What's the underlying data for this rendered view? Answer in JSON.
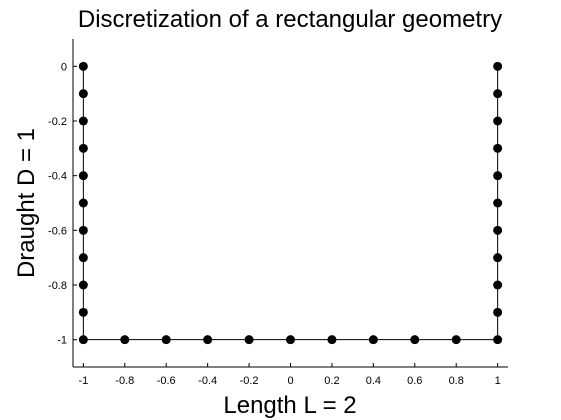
{
  "chart_data": {
    "type": "line",
    "title": "Discretization of a rectangular geometry",
    "xlabel": "Length L = 2",
    "ylabel": "Draught D = 1",
    "xlim": [
      -1.05,
      1.05
    ],
    "ylim": [
      -1.1,
      0.1
    ],
    "xticks": [
      -1,
      -0.8,
      -0.6,
      -0.4,
      -0.2,
      0,
      0.2,
      0.4,
      0.6,
      0.8,
      1
    ],
    "xtick_labels": [
      "-1",
      "-0.8",
      "-0.6",
      "-0.4",
      "-0.2",
      "0",
      "0.2",
      "0.4",
      "0.6",
      "0.8",
      "1"
    ],
    "yticks": [
      0,
      -0.2,
      -0.4,
      -0.6,
      -0.8,
      -1
    ],
    "ytick_labels": [
      "0",
      "-0.2",
      "-0.4",
      "-0.6",
      "-0.8",
      "-1"
    ],
    "grid": false,
    "box": "left-bottom axes only",
    "colors": {
      "line": "#000000",
      "marker": "#000000"
    },
    "series": [
      {
        "marker": "filled-circle",
        "x": [
          -1,
          -1,
          -1,
          -1,
          -1,
          -1,
          -1,
          -1,
          -1,
          -1,
          -1,
          -0.8,
          -0.6,
          -0.4,
          -0.2,
          0,
          0.2,
          0.4,
          0.6,
          0.8,
          1,
          1,
          1,
          1,
          1,
          1,
          1,
          1,
          1,
          1,
          1
        ],
        "y": [
          0,
          -0.1,
          -0.2,
          -0.3,
          -0.4,
          -0.5,
          -0.6,
          -0.7,
          -0.8,
          -0.9,
          -1,
          -1,
          -1,
          -1,
          -1,
          -1,
          -1,
          -1,
          -1,
          -1,
          -1,
          -0.9,
          -0.8,
          -0.7,
          -0.6,
          -0.5,
          -0.4,
          -0.3,
          -0.2,
          -0.1,
          0
        ]
      }
    ]
  }
}
